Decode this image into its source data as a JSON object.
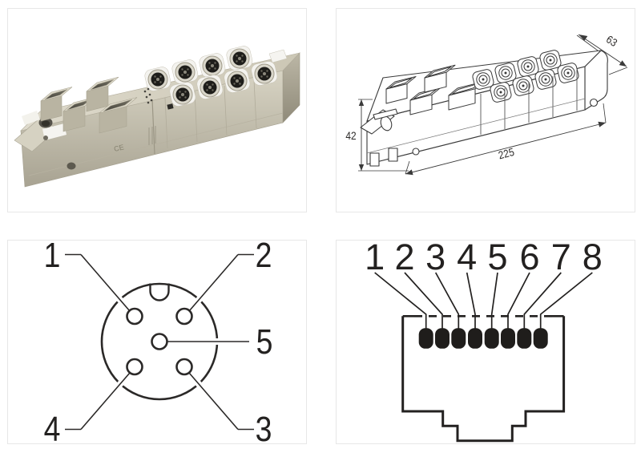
{
  "colors": {
    "background": "#ffffff",
    "panel_border": "#e7e7e7",
    "ink": "#2b2928",
    "pin_black": "#1f1d1b",
    "photo_body_light": "#e2ded0",
    "photo_body": "#cbc6b4",
    "photo_body_dark": "#a19c8b"
  },
  "photo": {
    "description": "Product photo of compact fieldbus I/O module with 4 rectangular sockets and 8 round M12 ports",
    "ce_mark": "CE"
  },
  "dimensions": {
    "height": "42",
    "length": "225",
    "depth": "63"
  },
  "m12": {
    "pin_top_left": "1",
    "pin_top_right": "2",
    "pin_center": "5",
    "pin_bottom_left": "4",
    "pin_bottom_right": "3"
  },
  "rj45": {
    "pins": [
      "1",
      "2",
      "3",
      "4",
      "5",
      "6",
      "7",
      "8"
    ]
  }
}
